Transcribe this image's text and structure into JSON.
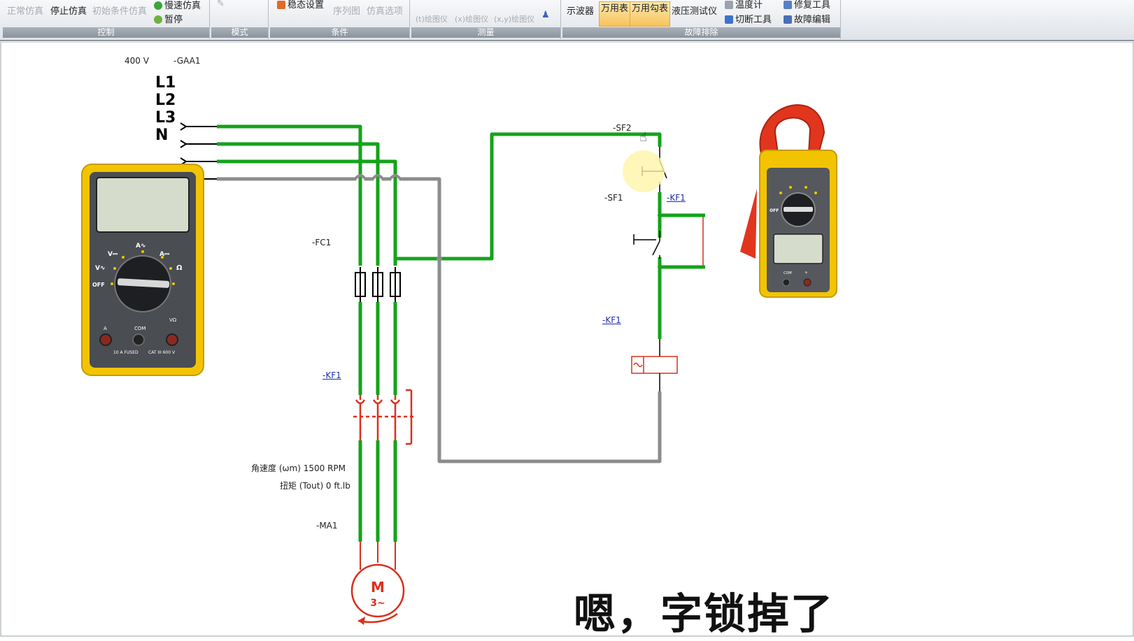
{
  "ribbon": {
    "control": {
      "label": "控制",
      "normal_sim": "正常仿真",
      "stop_sim": "停止仿真",
      "init_sim": "初始条件仿真",
      "slow_sim": "慢速仿真",
      "pause": "暂停"
    },
    "mode": {
      "label": "模式"
    },
    "condition": {
      "label": "条件",
      "steady": "稳态设置",
      "sequence": "序列图",
      "options": "仿真选项"
    },
    "measure": {
      "label": "测量",
      "plot_t": "(t)绘图仪",
      "plot_x": "(x)绘图仪",
      "plot_xy": "(x,y)绘图仪"
    },
    "troubleshoot": {
      "label": "故障排除",
      "oscilloscope": "示波器",
      "multimeter": "万用表",
      "clamp_meter": "万用勾表",
      "hydraulic_tester": "液压测试仪",
      "thermometer": "温度计",
      "cut_tool": "切断工具",
      "repair_tool": "修复工具",
      "fault_edit": "故障编辑"
    }
  },
  "diagram": {
    "voltage": "400 V",
    "source": "-GAA1",
    "lines": [
      "L1",
      "L2",
      "L3",
      "N"
    ],
    "fuse": "-FC1",
    "contactor": "-KF1",
    "switch_stop": "-SF2",
    "switch_start": "-SF1",
    "contact_ref": "-KF1",
    "coil": "-KF1",
    "motor": "-MA1",
    "speed": "角速度 (ωm) 1500 RPM",
    "torque": "扭矩 (Tout) 0 ft.lb",
    "motor_symbol": "M",
    "motor_phase": "3~"
  },
  "multimeter": {
    "v_dc": "V⎓",
    "a_ac": "A∿",
    "a_dc": "A⎓",
    "v_ac": "V∿",
    "ohm": "Ω",
    "off": "OFF",
    "com": "COM",
    "a": "A",
    "vohm": "VΩ",
    "fused": "10 A FUSED",
    "cat": "CAT III 600 V"
  },
  "clamp": {
    "off": "OFF",
    "com": "COM",
    "plus": "+"
  },
  "subtitle": "嗯，字锁掉了",
  "colors": {
    "wire_live": "#14a31a",
    "wire_neutral": "#8c8c8c",
    "contactor": "#d9301c",
    "meter_yellow": "#f2c400",
    "clamp_red": "#e2351e"
  }
}
